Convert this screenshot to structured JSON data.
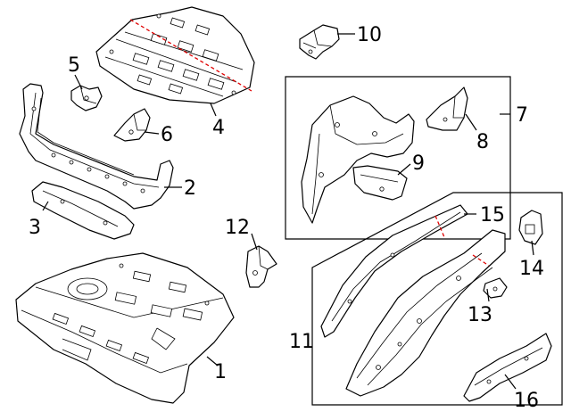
{
  "callouts": {
    "c1": "1",
    "c2": "2",
    "c3": "3",
    "c4": "4",
    "c5": "5",
    "c6": "6",
    "c7": "7",
    "c8": "8",
    "c9": "9",
    "c10": "10",
    "c11": "11",
    "c12": "12",
    "c13": "13",
    "c14": "14",
    "c15": "15",
    "c16": "16"
  },
  "colors": {
    "line": "#000000",
    "cut_line": "#e00000",
    "background": "#ffffff"
  }
}
